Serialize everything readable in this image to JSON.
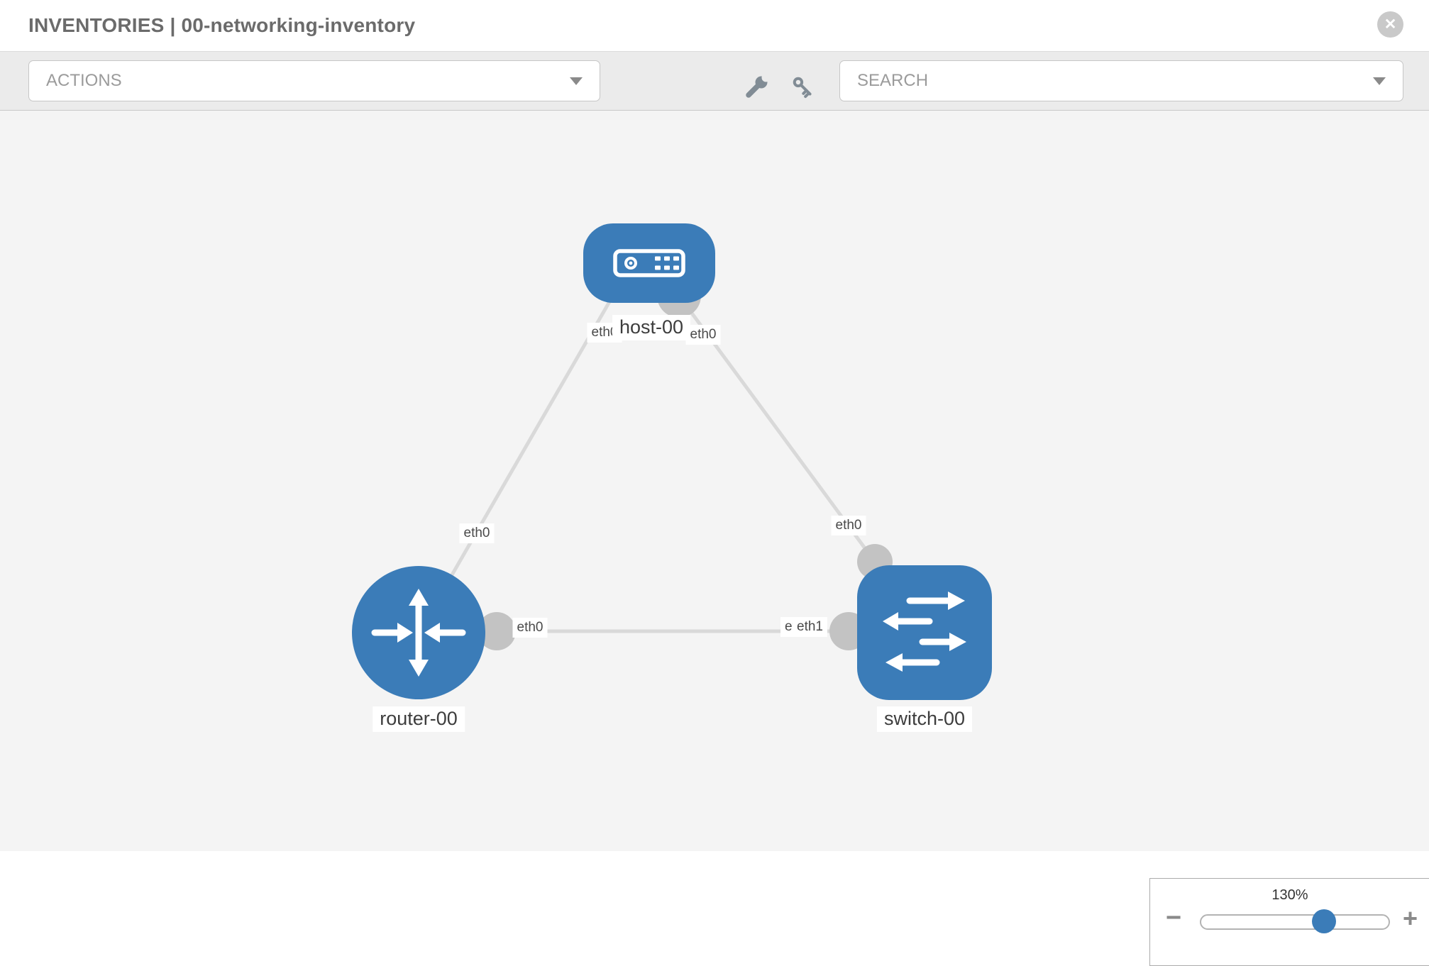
{
  "header": {
    "title": "INVENTORIES | 00-networking-inventory",
    "close_glyph": "✕"
  },
  "toolbar": {
    "actions_label": "ACTIONS",
    "search_label": "SEARCH",
    "icons": [
      "wrench-icon",
      "key-icon"
    ]
  },
  "topology": {
    "nodes": [
      {
        "label": "host-00",
        "type": "host"
      },
      {
        "label": "router-00",
        "type": "router"
      },
      {
        "label": "switch-00",
        "type": "switch"
      }
    ],
    "links": [
      {
        "from": "host-00",
        "to": "router-00",
        "from_interface": "eth0",
        "to_interface": "eth0"
      },
      {
        "from": "host-00",
        "to": "switch-00",
        "from_interface": "eth0",
        "to_interface": "eth0"
      },
      {
        "from": "router-00",
        "to": "switch-00",
        "from_interface": "eth0",
        "to_interface": "eth1"
      }
    ],
    "interface_chips": {
      "host_left": "eth0",
      "host_right": "eth0",
      "router_top": "eth0",
      "switch_top": "eth0",
      "mid_router_end": "eth0",
      "mid_switch_end_back": "eth1",
      "mid_switch_end_front": "eth1"
    }
  },
  "zoom_control": {
    "level": "130%",
    "minus_glyph": "−",
    "plus_glyph": "+"
  },
  "colors": {
    "node_blue": "#3b7cb8",
    "link_gray": "#d9d9d9",
    "interface_gray": "#c3c3c3",
    "toolbar_gray": "#ebebeb",
    "canvas_gray": "#f4f4f4"
  }
}
